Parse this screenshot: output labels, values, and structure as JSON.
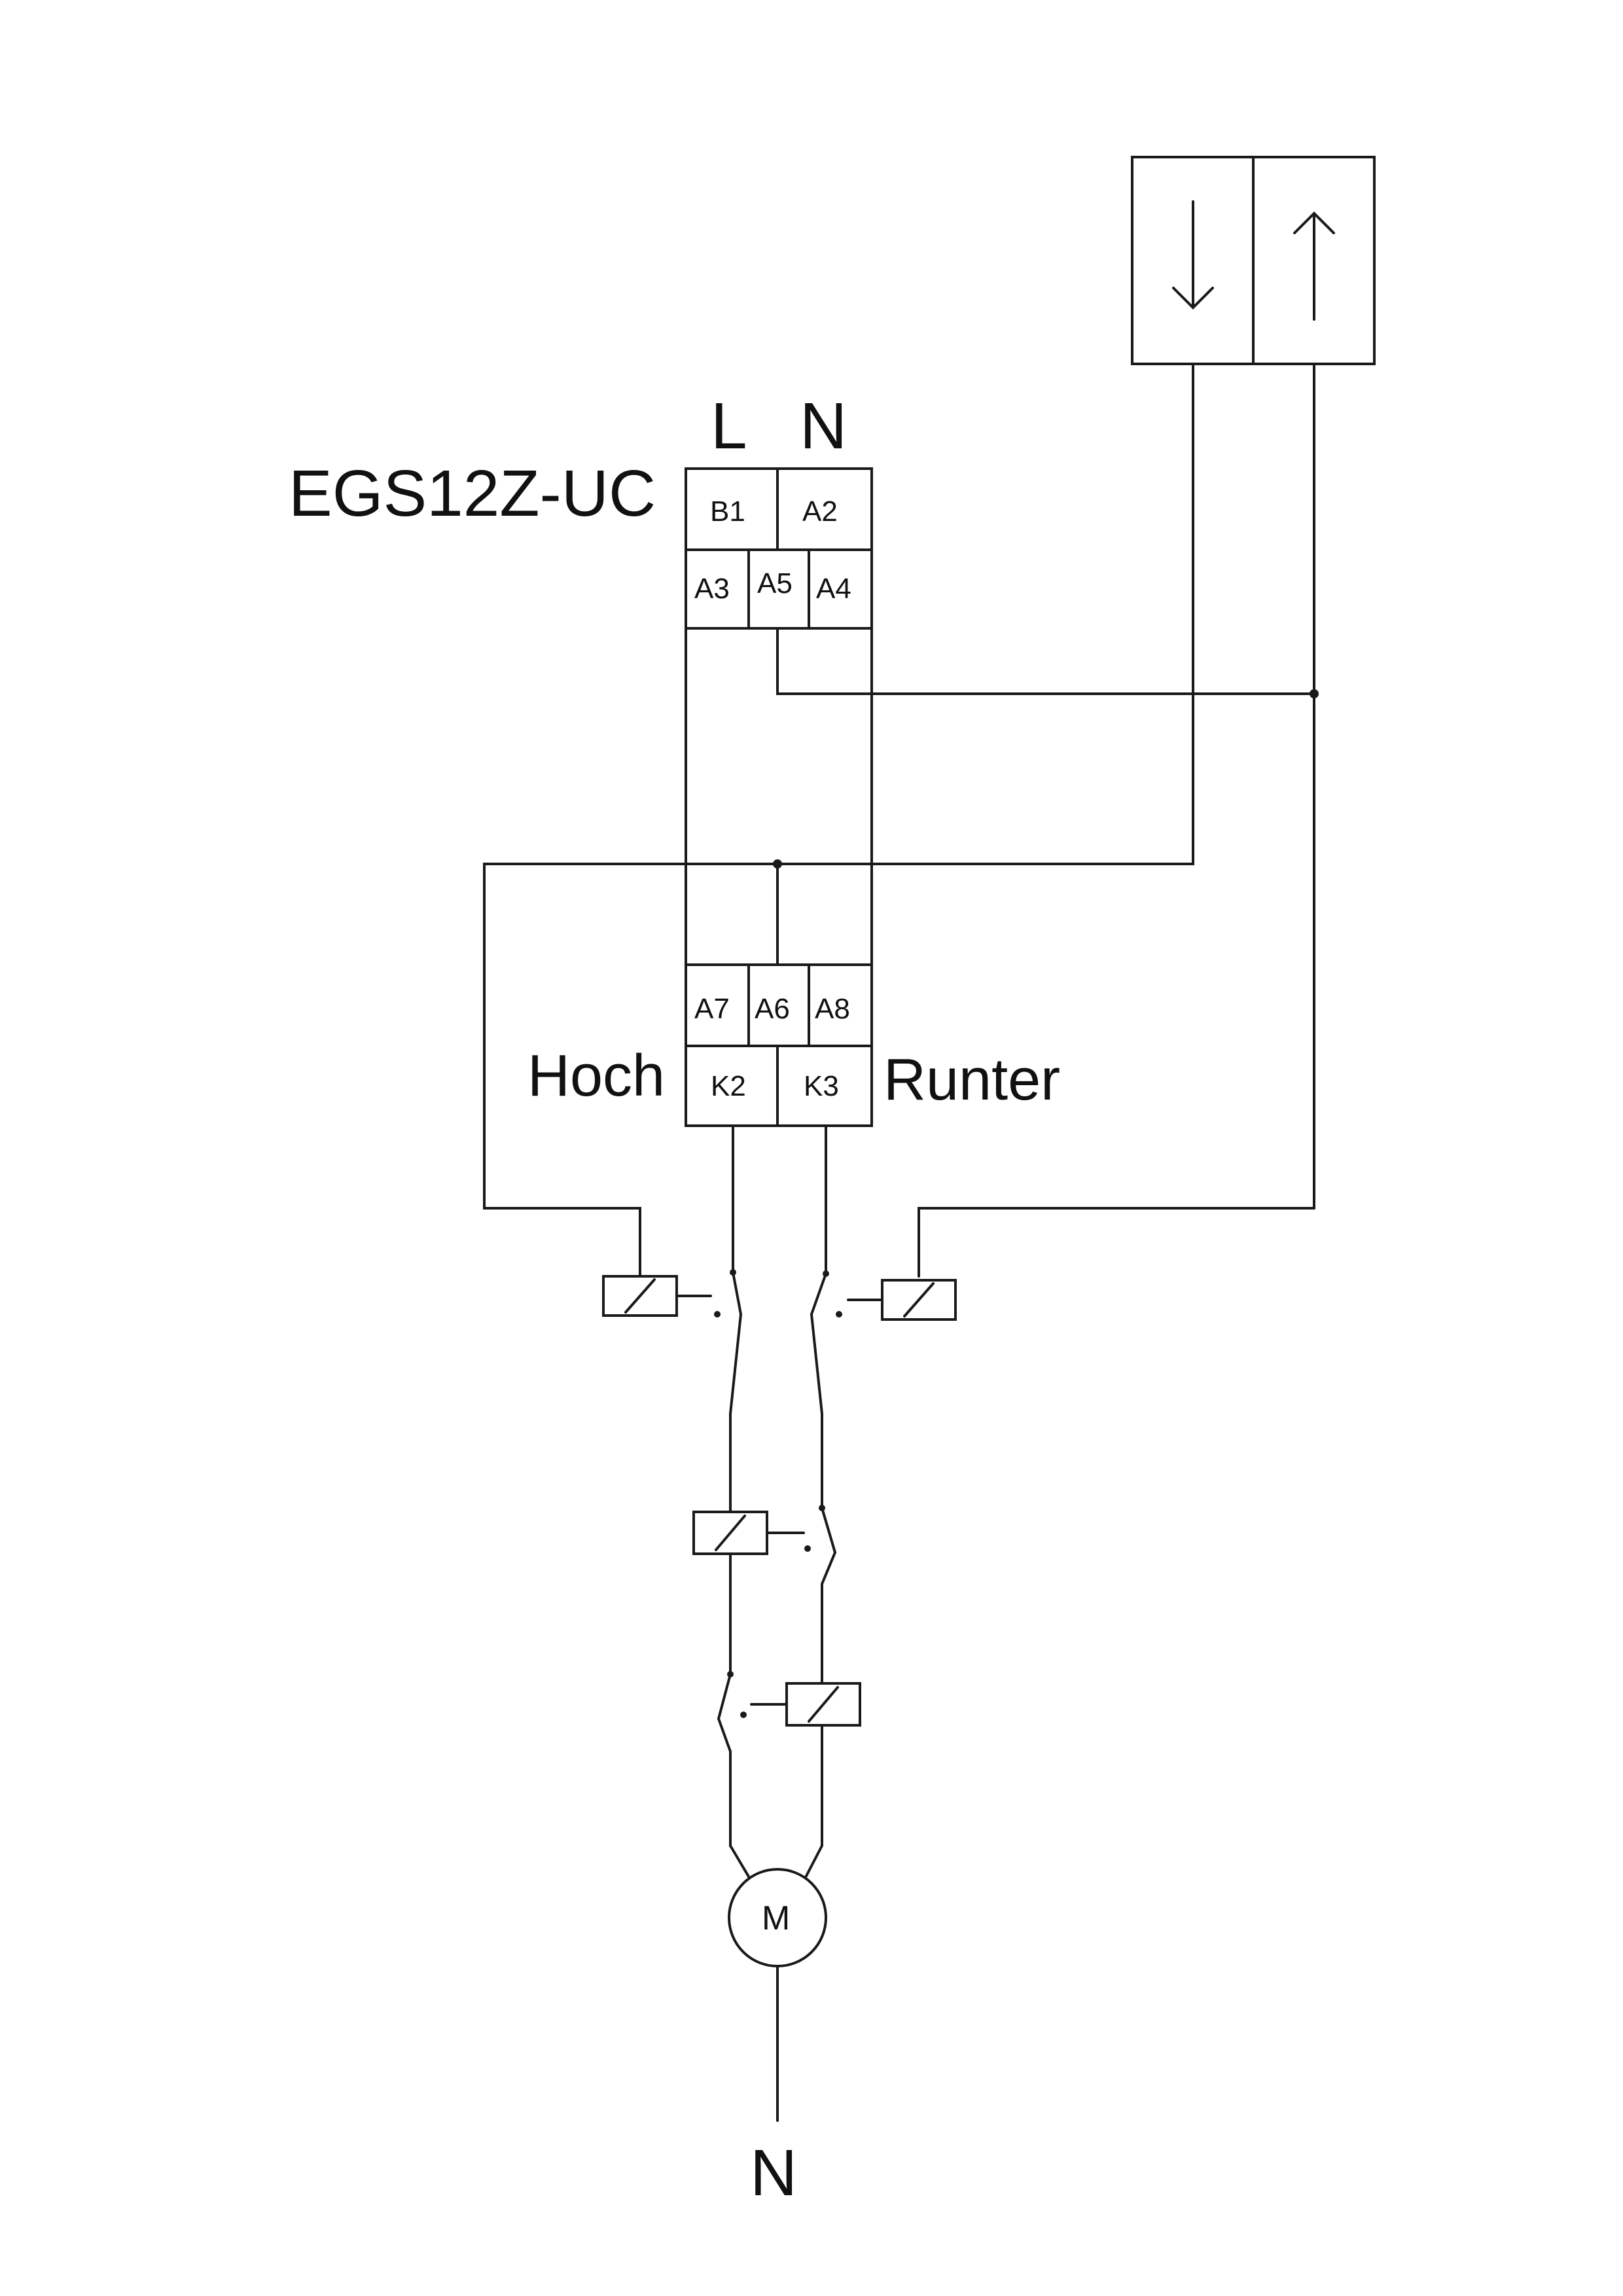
{
  "device": {
    "name": "EGS12Z-UC",
    "supply": {
      "l": "L",
      "n": "N"
    },
    "terminals_top": [
      "B1",
      "A2"
    ],
    "terminals_mid": [
      "A3",
      "A5",
      "A4"
    ],
    "terminals_out": [
      "A7",
      "A6",
      "A8"
    ],
    "terminals_relay": [
      "K2",
      "K3"
    ]
  },
  "labels": {
    "up": "Hoch",
    "down": "Runter",
    "neutral": "N"
  },
  "motor": {
    "label": "M"
  },
  "pushbutton": {
    "down_symbol": "↓",
    "up_symbol": "↑"
  }
}
